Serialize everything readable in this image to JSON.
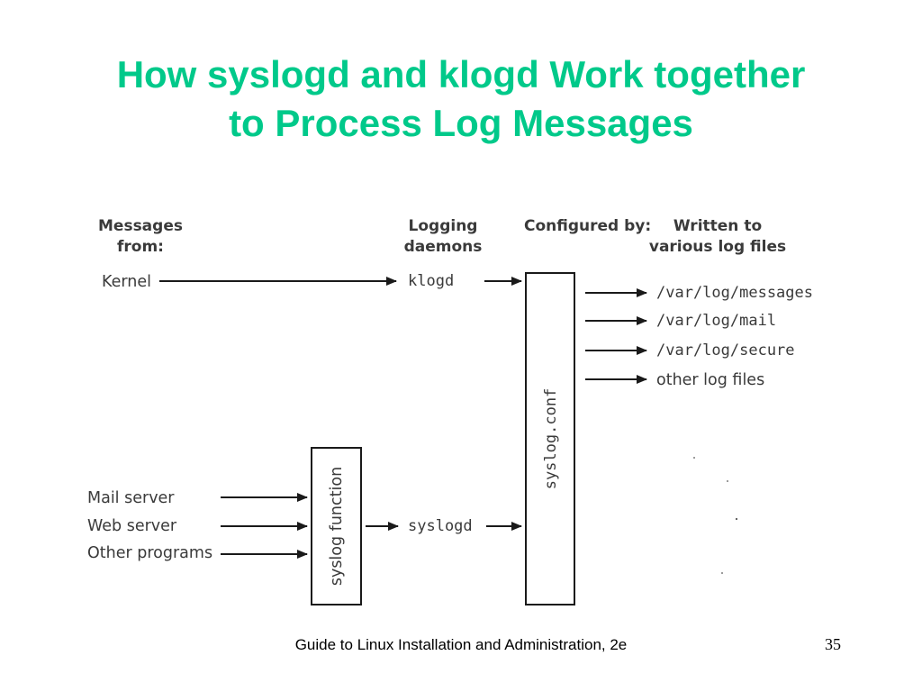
{
  "slide": {
    "title_line1": "How syslogd and klogd Work together",
    "title_line2": "to Process Log Messages",
    "footer": "Guide to Linux Installation and Administration, 2e",
    "page_number": "35"
  },
  "diagram": {
    "headers": {
      "messages_from_line1": "Messages",
      "messages_from_line2": "from:",
      "logging_daemons_line1": "Logging",
      "logging_daemons_line2": "daemons",
      "configured_by": "Configured by:",
      "written_to_line1": "Written to",
      "written_to_line2": "various log files"
    },
    "sources": {
      "kernel": "Kernel",
      "mail_server": "Mail server",
      "web_server": "Web server",
      "other_programs": "Other programs"
    },
    "syslog_function": "syslog function",
    "daemons": {
      "klogd": "klogd",
      "syslogd": "syslogd"
    },
    "config_file": "syslog.conf",
    "log_files": [
      "/var/log/messages",
      "/var/log/mail",
      "/var/log/secure",
      "other log files"
    ]
  },
  "colors": {
    "title": "#00c98a",
    "diagram_text": "#3a3a3a",
    "lines": "#1a1a1a"
  }
}
